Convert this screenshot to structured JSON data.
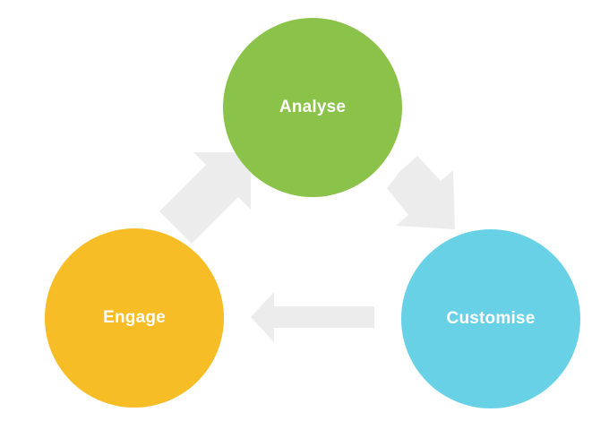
{
  "diagram": {
    "nodes": [
      {
        "id": "analyse",
        "label": "Analyse",
        "color": "#8bc34a"
      },
      {
        "id": "customise",
        "label": "Customise",
        "color": "#68d1e6"
      },
      {
        "id": "engage",
        "label": "Engage",
        "color": "#f7bd26"
      }
    ],
    "connectors": [
      {
        "from": "analyse",
        "to": "customise"
      },
      {
        "from": "customise",
        "to": "engage"
      },
      {
        "from": "engage",
        "to": "analyse"
      }
    ],
    "arrow_color": "#ececec"
  }
}
